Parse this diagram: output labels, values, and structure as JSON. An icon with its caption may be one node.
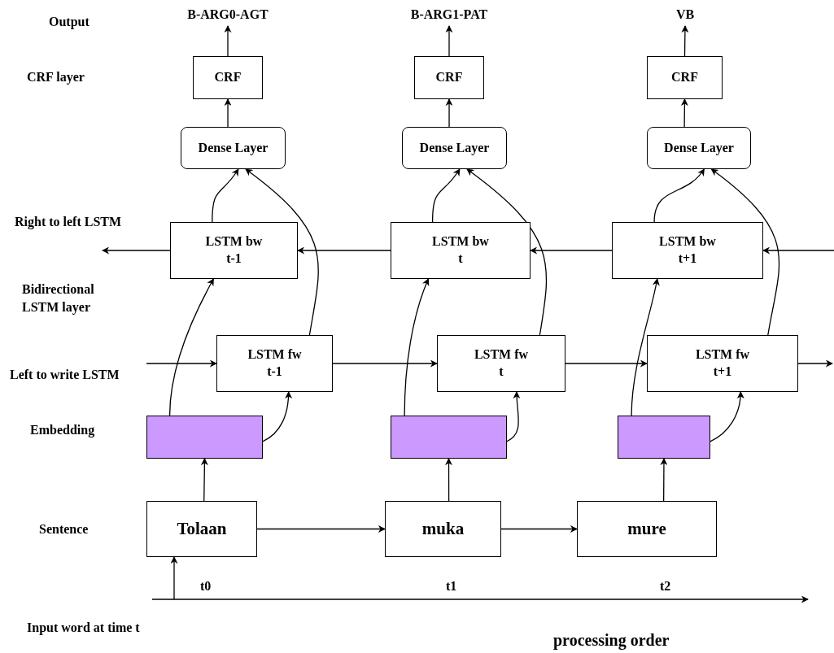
{
  "diagram": {
    "nodes": [
      {
        "text": [
          "B-ARG0-AGT"
        ]
      },
      {
        "text": [
          "B-ARG1-PAT"
        ]
      },
      {
        "text": [
          "VB"
        ]
      },
      {
        "text": [
          "CRF"
        ]
      },
      {
        "text": [
          "CRF"
        ]
      },
      {
        "text": [
          "CRF"
        ]
      },
      {
        "text": [
          "Dense Layer"
        ]
      },
      {
        "text": [
          "Dense Layer"
        ]
      },
      {
        "text": [
          "Dense Layer"
        ]
      },
      {
        "text": [
          "LSTM bw t-1"
        ]
      },
      {
        "text": [
          "LSTM bw t"
        ]
      },
      {
        "text": [
          "LSTM bw t+1"
        ]
      },
      {
        "text": [
          "LSTM fw t-1"
        ]
      },
      {
        "text": [
          "LSTM fw t"
        ]
      },
      {
        "text": [
          "LSTM fw t+1"
        ]
      },
      {
        "text": [],
        "shape": "box"
      },
      {
        "text": [],
        "shape": "box"
      },
      {
        "text": [],
        "shape": "box"
      },
      {
        "text": [
          "Tolaan"
        ]
      },
      {
        "text": [
          "muka"
        ]
      },
      {
        "text": [
          "mure"
        ]
      }
    ],
    "edges": [
      {
        "from": 3,
        "to": 0,
        "arrow": "to"
      },
      {
        "from": 4,
        "to": 1,
        "arrow": "to"
      },
      {
        "from": 5,
        "to": 2,
        "arrow": "to"
      },
      {
        "from": 6,
        "to": 3,
        "arrow": "to"
      },
      {
        "from": 7,
        "to": 4,
        "arrow": "to"
      },
      {
        "from": 8,
        "to": 5,
        "arrow": "to"
      },
      {
        "from": 9,
        "to": 6,
        "arrow": "to"
      },
      {
        "from": 12,
        "to": 6,
        "arrow": "to"
      },
      {
        "from": 10,
        "to": 7,
        "arrow": "to"
      },
      {
        "from": 13,
        "to": 7,
        "arrow": "to"
      },
      {
        "from": 11,
        "to": 8,
        "arrow": "to"
      },
      {
        "from": 14,
        "to": 8,
        "arrow": "to"
      },
      {
        "from": 9,
        "to": null,
        "arrow": "to"
      },
      {
        "from": 10,
        "to": 9,
        "arrow": "to"
      },
      {
        "from": 11,
        "to": 10,
        "arrow": "to"
      },
      {
        "from": null,
        "to": 11,
        "arrow": "to"
      },
      {
        "from": null,
        "to": 12,
        "arrow": "to"
      },
      {
        "from": 12,
        "to": 13,
        "arrow": "to"
      },
      {
        "from": 13,
        "to": 14,
        "arrow": "to"
      },
      {
        "from": 14,
        "to": null,
        "arrow": "to"
      },
      {
        "from": 15,
        "to": 9,
        "arrow": "to"
      },
      {
        "from": 15,
        "to": 12,
        "arrow": "to"
      },
      {
        "from": 16,
        "to": 10,
        "arrow": "to"
      },
      {
        "from": 16,
        "to": 13,
        "arrow": "to"
      },
      {
        "from": 17,
        "to": 11,
        "arrow": "to"
      },
      {
        "from": 17,
        "to": 14,
        "arrow": "to"
      },
      {
        "from": 18,
        "to": 15,
        "arrow": "to"
      },
      {
        "from": 19,
        "to": 16,
        "arrow": "to"
      },
      {
        "from": 20,
        "to": 17,
        "arrow": "to"
      },
      {
        "from": 18,
        "to": 19,
        "arrow": "to"
      },
      {
        "from": 19,
        "to": 20,
        "arrow": "to"
      },
      {
        "from": null,
        "to": 18,
        "arrow": "to"
      }
    ],
    "labels": [
      "Output",
      "CRF layer",
      "Right to left LSTM",
      "Bidirectional LSTM layer",
      "Left to write LSTM",
      "Embedding",
      "Sentence",
      "t0",
      "t1",
      "t2",
      "Input word at time t",
      "processing order"
    ]
  }
}
